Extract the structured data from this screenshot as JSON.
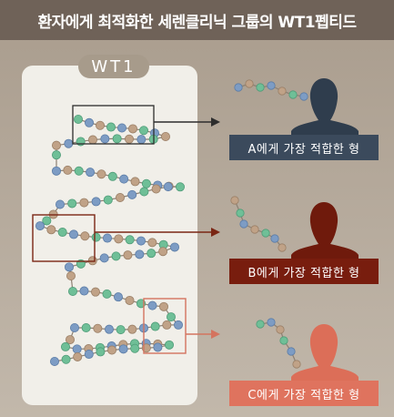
{
  "title": "환자에게 최적화한 세렌클리닉 그룹의 WT1펩티드",
  "peptide_label": "WT1",
  "colors": {
    "header": "#6f6258",
    "background": "#b7ab9c",
    "panel": "#f1efe9",
    "patient_a": "#2f3d4d",
    "patient_b": "#6f1a0c",
    "patient_c": "#dc6e58",
    "bead_green": "#6fbf97",
    "bead_blue": "#7d9cc4",
    "bead_tan": "#c0a287"
  },
  "patients": [
    {
      "id": "A",
      "caption": "A에게 가장 적합한 형",
      "icon": "person-silhouette-icon"
    },
    {
      "id": "B",
      "caption": "B에게 가장 적합한 형",
      "icon": "person-silhouette-icon"
    },
    {
      "id": "C",
      "caption": "C에게 가장 적합한 형",
      "icon": "person-silhouette-icon"
    }
  ]
}
